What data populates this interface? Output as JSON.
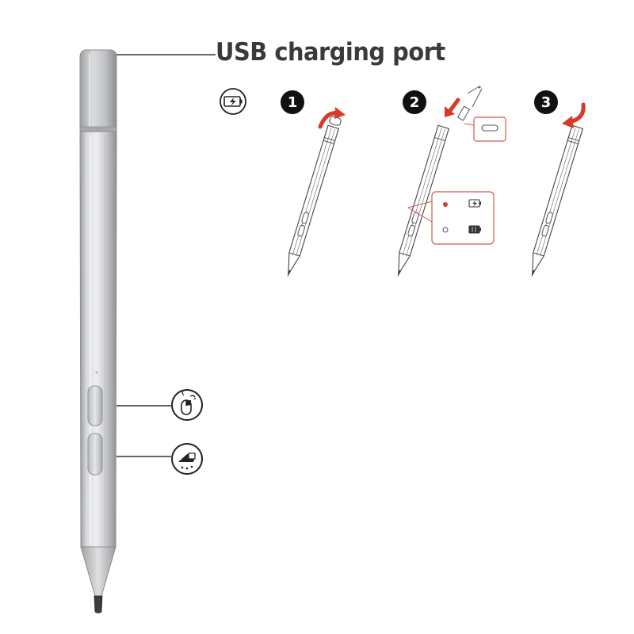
{
  "callout": {
    "usb_charging_port_label": "USB charging port"
  },
  "steps": [
    {
      "number": "1"
    },
    {
      "number": "2"
    },
    {
      "number": "3"
    }
  ],
  "icons": {
    "charging_status": "battery-charging-icon",
    "button_top": "mouse-right-click-icon",
    "button_bottom": "eraser-icon",
    "led_charging": "battery-charging-icon",
    "led_full": "battery-full-icon",
    "usb_c_port": "usb-c-port-icon"
  },
  "colors": {
    "arrow_red": "#d83a2a",
    "pen_silver": "#c4c6c8",
    "led_red": "#d83a2a",
    "callout_box_border": "#d05a4a"
  }
}
